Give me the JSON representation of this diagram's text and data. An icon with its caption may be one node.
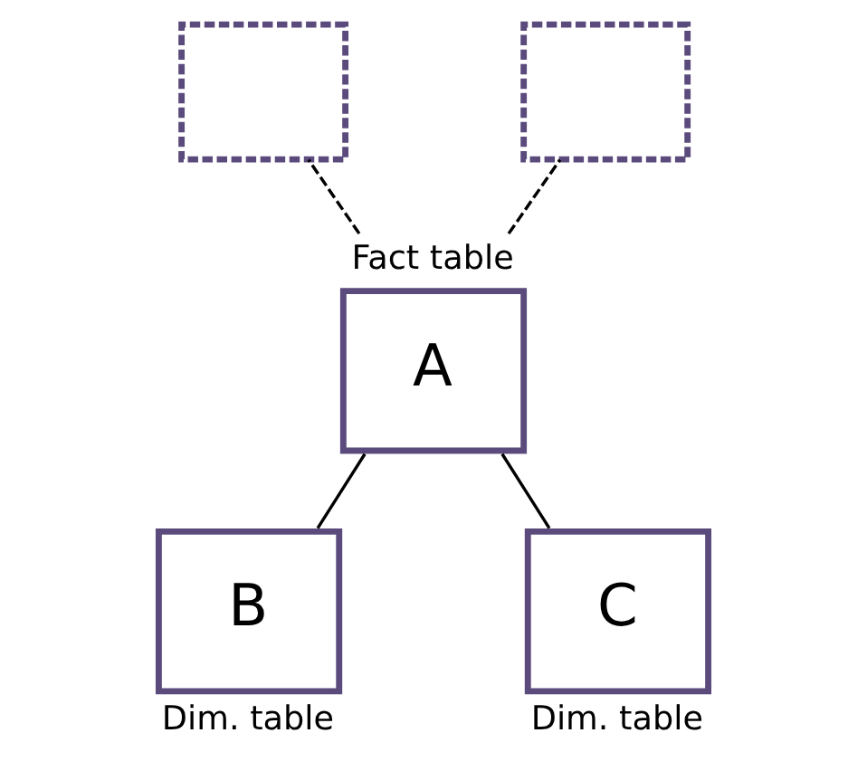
{
  "diagram": {
    "nodes": [
      {
        "text": [],
        "shape": "box"
      },
      {
        "text": [],
        "shape": "box"
      },
      {
        "text": [
          "A"
        ],
        "beside": [
          "Fact table"
        ]
      },
      {
        "text": [
          "B"
        ],
        "beside": [
          "Dim. table"
        ]
      },
      {
        "text": [
          "C"
        ],
        "beside": [
          "Dim. table"
        ]
      }
    ],
    "edges": [
      {
        "from": 2,
        "to": 0,
        "arrow": "none",
        "style": "dashed"
      },
      {
        "from": 2,
        "to": 1,
        "arrow": "none",
        "style": "dashed"
      },
      {
        "from": 2,
        "to": 3,
        "arrow": "none"
      },
      {
        "from": 2,
        "to": 4,
        "arrow": "none"
      }
    ]
  }
}
